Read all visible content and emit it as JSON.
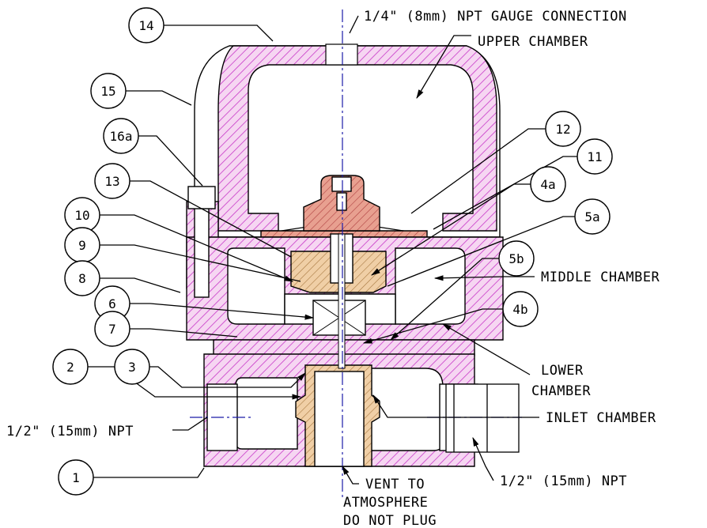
{
  "labels": {
    "gauge_connection": "1/4\" (8mm) NPT GAUGE CONNECTION",
    "upper_chamber": "UPPER CHAMBER",
    "middle_chamber": "MIDDLE CHAMBER",
    "lower_chamber_1": "LOWER",
    "lower_chamber_2": "CHAMBER",
    "inlet_chamber": "INLET CHAMBER",
    "npt_left": "1/2\" (15mm) NPT",
    "npt_right": "1/2\" (15mm) NPT",
    "vent_1": "VENT TO",
    "vent_2": "ATMOSPHERE",
    "vent_3": "DO NOT PLUG"
  },
  "balloons": [
    "14",
    "15",
    "16a",
    "13",
    "10",
    "9",
    "8",
    "6",
    "7",
    "2",
    "3",
    "1",
    "12",
    "11",
    "4a",
    "5a",
    "5b",
    "4b"
  ],
  "colors": {
    "body_hatch": "#c838c8",
    "body_fill": "#f6d6f2",
    "brass_hatch": "#a87840",
    "brass_fill": "#f0cfa6",
    "cap_fill": "#e8a090",
    "centerline": "#1a1aa8"
  }
}
